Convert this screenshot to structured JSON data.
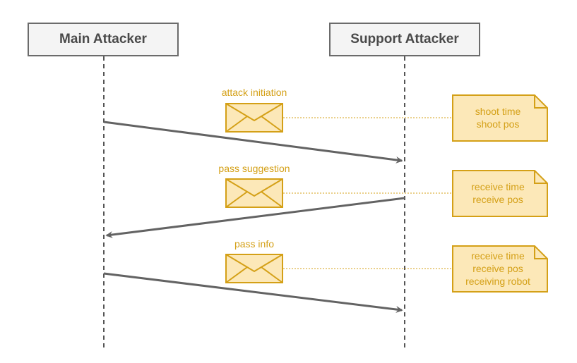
{
  "actors": {
    "main": "Main Attacker",
    "support": "Support Attacker"
  },
  "messages": [
    {
      "label": "attack initiation",
      "from": "main",
      "to": "support",
      "note": [
        "shoot time",
        "shoot pos"
      ]
    },
    {
      "label": "pass suggestion",
      "from": "support",
      "to": "main",
      "note": [
        "receive time",
        "receive pos"
      ]
    },
    {
      "label": "pass info",
      "from": "main",
      "to": "support",
      "note": [
        "receive time",
        "receive pos",
        "receiving robot"
      ]
    }
  ],
  "colors": {
    "envelope_fill": "#fce8b8",
    "envelope_stroke": "#d4a017",
    "accent_text": "#d4a017",
    "arrow": "#636363",
    "lifeline": "#555555",
    "actor_border": "#6b6b6b",
    "actor_fill": "#f4f4f4"
  },
  "icons": {
    "envelope": "envelope-icon",
    "note": "note-icon"
  }
}
